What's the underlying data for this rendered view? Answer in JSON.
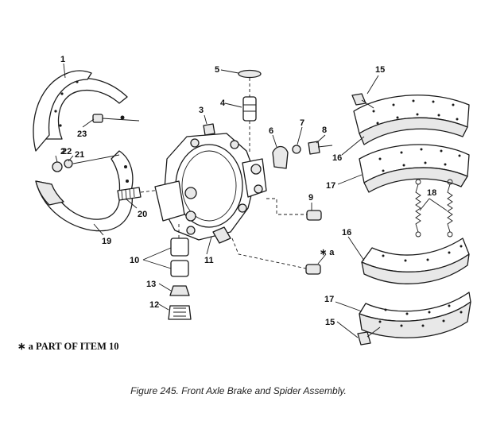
{
  "figure": {
    "caption": "Figure 245.  Front Axle Brake and Spider Assembly.",
    "note_marker": "∗ a",
    "note_text": "PART OF ITEM 10",
    "note_callout": "∗ a"
  },
  "callouts": [
    "1",
    "2",
    "3",
    "4",
    "5",
    "6",
    "7",
    "8",
    "9",
    "10",
    "11",
    "12",
    "13",
    "15",
    "15",
    "16",
    "16",
    "17",
    "17",
    "18",
    "19",
    "20",
    "21",
    "22",
    "23"
  ]
}
